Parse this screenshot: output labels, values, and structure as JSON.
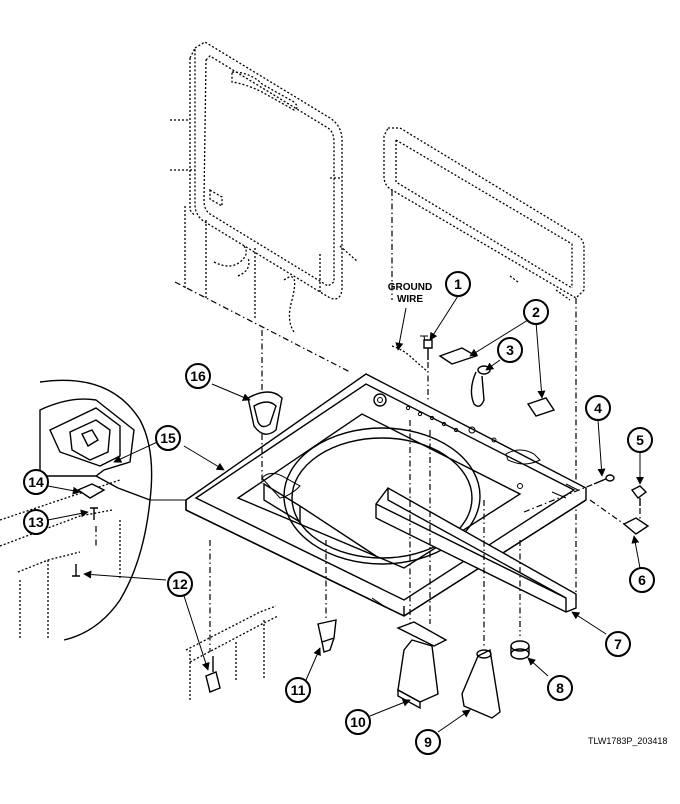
{
  "diagram": {
    "callouts": [
      "1",
      "2",
      "3",
      "4",
      "5",
      "6",
      "7",
      "8",
      "9",
      "10",
      "11",
      "12",
      "13",
      "14",
      "15",
      "16"
    ],
    "ground_wire_label": [
      "GROUND",
      "WIRE"
    ],
    "drawing_code": "TLW1783P_203418"
  }
}
